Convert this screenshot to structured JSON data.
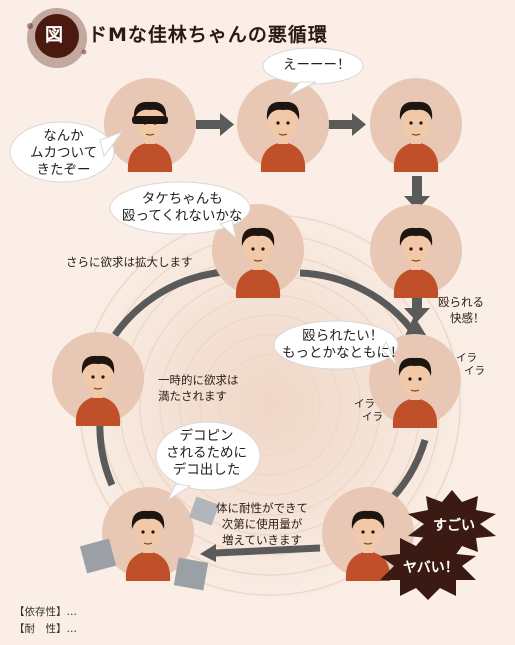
{
  "title": "ドMな佳林ちゃんの悪循環",
  "badge": "図",
  "bubbles": {
    "angry": [
      "なんか",
      "ムカついて",
      "きたぞー"
    ],
    "eh": "えーーー！",
    "takechan": [
      "タケちゃんも",
      "殴ってくれないかな"
    ],
    "want_hit": [
      "殴られたい！",
      "もっとかなともに！"
    ],
    "decopin": [
      "デコピン",
      "されるために",
      "デコ出した"
    ]
  },
  "labels": {
    "hit_pleasure": [
      "殴られる",
      "快感！"
    ],
    "expand": "さらに欲求は拡大します",
    "satisfied": [
      "一時的に欲求は",
      "満たされます"
    ],
    "tolerance": [
      "体に耐性ができて",
      "次第に使用量が",
      "増えていきます"
    ],
    "ira1": [
      "イラ",
      "イラ"
    ],
    "ira2": [
      "イラ",
      "イラ"
    ]
  },
  "bursts": {
    "sugoi": "すごい",
    "yabai": "ヤバい！"
  },
  "footer": {
    "line1": "【依存性】…",
    "line2": "【耐　性】…"
  },
  "colors": {
    "background": "#faeee6",
    "circle": "#e8c8b4",
    "arrow": "#5a5a5a",
    "shirt": "#c0502a",
    "burst": "#3a1a12"
  }
}
